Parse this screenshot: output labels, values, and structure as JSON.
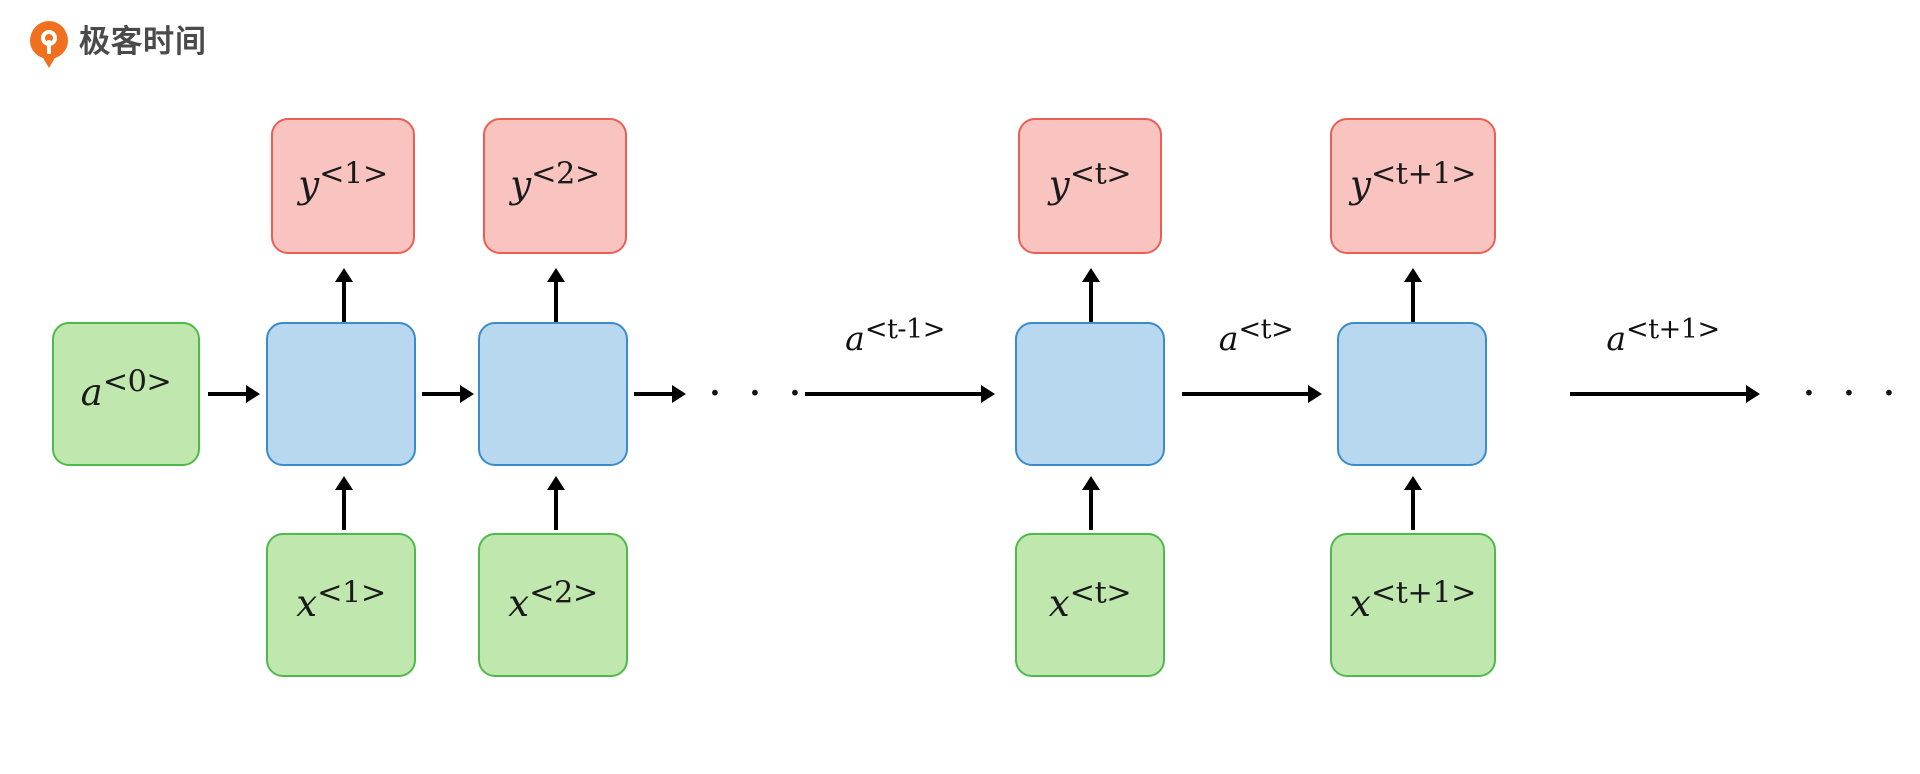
{
  "brand": {
    "name": "极客时间",
    "logo_icon": "geektime-drop-logo-icon",
    "logo_color": "#f07020",
    "text_color": "#4a4a4a"
  },
  "diagram": {
    "type": "recurrent-neural-network-unrolled",
    "colors": {
      "output_fill": "#f9c4c0",
      "output_border": "#ea5f55",
      "cell_fill": "#b7d8ee",
      "cell_border": "#3a8cca",
      "input_fill": "#bfe7ae",
      "input_border": "#4fb94b",
      "arrow": "#000000"
    },
    "initial_state": {
      "base": "a",
      "sup": "<0>"
    },
    "timesteps": [
      {
        "output": {
          "base": "y",
          "sup": "<1>"
        },
        "input": {
          "base": "x",
          "sup": "<1>"
        }
      },
      {
        "output": {
          "base": "y",
          "sup": "<2>"
        },
        "input": {
          "base": "x",
          "sup": "<2>"
        }
      },
      {
        "output": {
          "base": "y",
          "sup": "<t>"
        },
        "input": {
          "base": "x",
          "sup": "<t>"
        }
      },
      {
        "output": {
          "base": "y",
          "sup": "<t+1>"
        },
        "input": {
          "base": "x",
          "sup": "<t+1>"
        }
      }
    ],
    "edge_labels": [
      {
        "base": "a",
        "sup": "<t-1>"
      },
      {
        "base": "a",
        "sup": "<t>"
      },
      {
        "base": "a",
        "sup": "<t+1>"
      }
    ],
    "ellipses": [
      "· · ·",
      "· · ·"
    ]
  }
}
